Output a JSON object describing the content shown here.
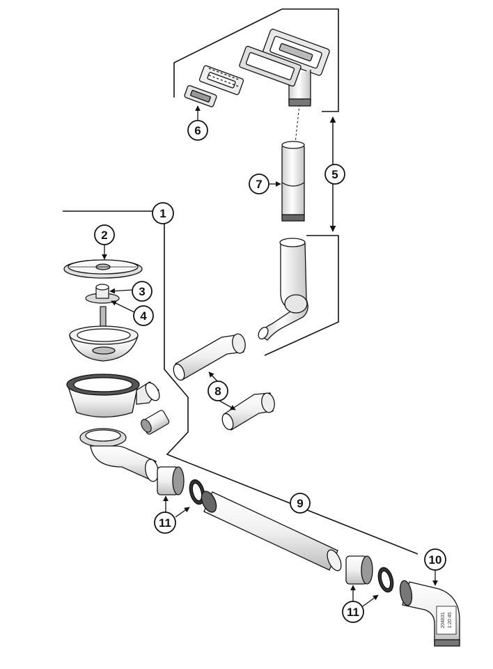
{
  "callouts": [
    {
      "id": "c1",
      "label": "1"
    },
    {
      "id": "c2",
      "label": "2"
    },
    {
      "id": "c3",
      "label": "3"
    },
    {
      "id": "c4",
      "label": "4"
    },
    {
      "id": "c5",
      "label": "5"
    },
    {
      "id": "c6",
      "label": "6"
    },
    {
      "id": "c7",
      "label": "7"
    },
    {
      "id": "c8",
      "label": "8"
    },
    {
      "id": "c9",
      "label": "9"
    },
    {
      "id": "c10",
      "label": "10"
    },
    {
      "id": "c11a",
      "label": "11"
    },
    {
      "id": "c11b",
      "label": "11"
    }
  ],
  "part_markings": {
    "elbow_label_line1": "204831",
    "elbow_label_line2": "1:20:45"
  },
  "colors": {
    "ink": "#111111",
    "part_fill": "#f2f2f2",
    "part_shade": "#cfcfcf",
    "thread_dark": "#555555"
  }
}
